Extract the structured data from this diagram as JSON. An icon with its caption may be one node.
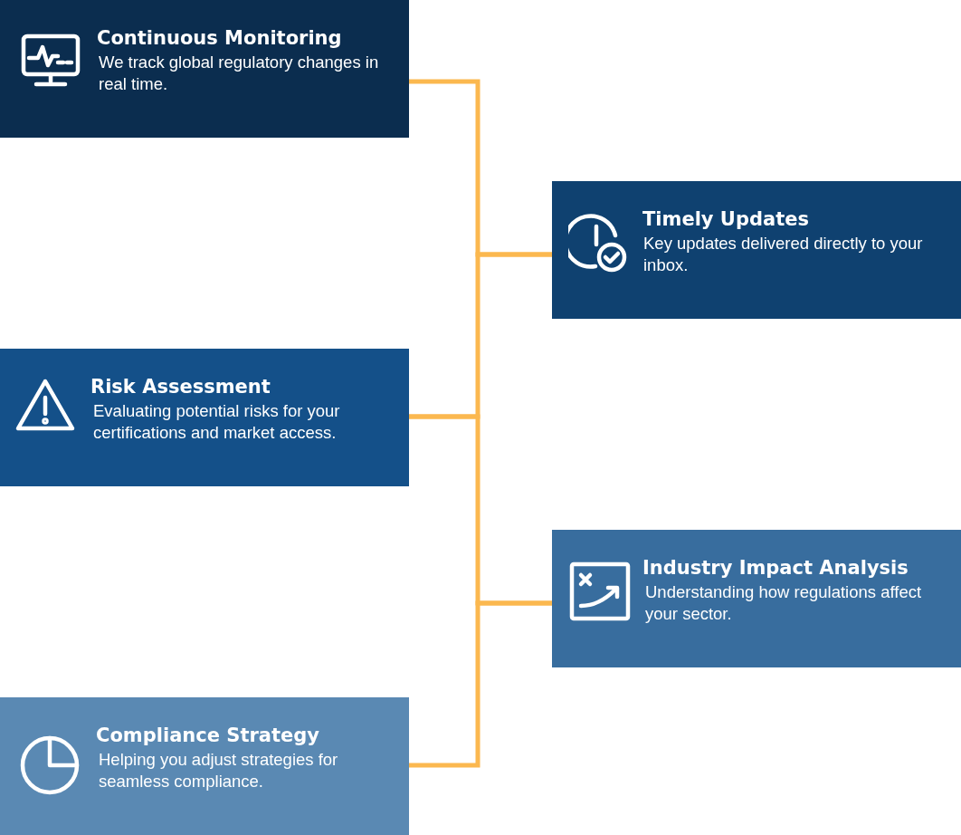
{
  "diagram": {
    "nodes": [
      {
        "text": [
          "Continuous Monitoring",
          "We track global regulatory changes in real time."
        ]
      },
      {
        "text": [
          "Timely Updates",
          "Key updates delivered directly to your inbox."
        ]
      },
      {
        "text": [
          "Risk Assessment",
          "Evaluating potential risks for your certifications and market access."
        ]
      },
      {
        "text": [
          "Industry Impact Analysis",
          "Understanding how regulations affect your sector."
        ]
      },
      {
        "text": [
          "Compliance Strategy",
          "Helping you adjust strategies for seamless compliance."
        ]
      }
    ],
    "edges": [
      {
        "from": 0,
        "to": 1,
        "arrow": "none"
      },
      {
        "from": 1,
        "to": 2,
        "arrow": "none"
      },
      {
        "from": 2,
        "to": 3,
        "arrow": "none"
      },
      {
        "from": 3,
        "to": 4,
        "arrow": "none"
      }
    ]
  }
}
